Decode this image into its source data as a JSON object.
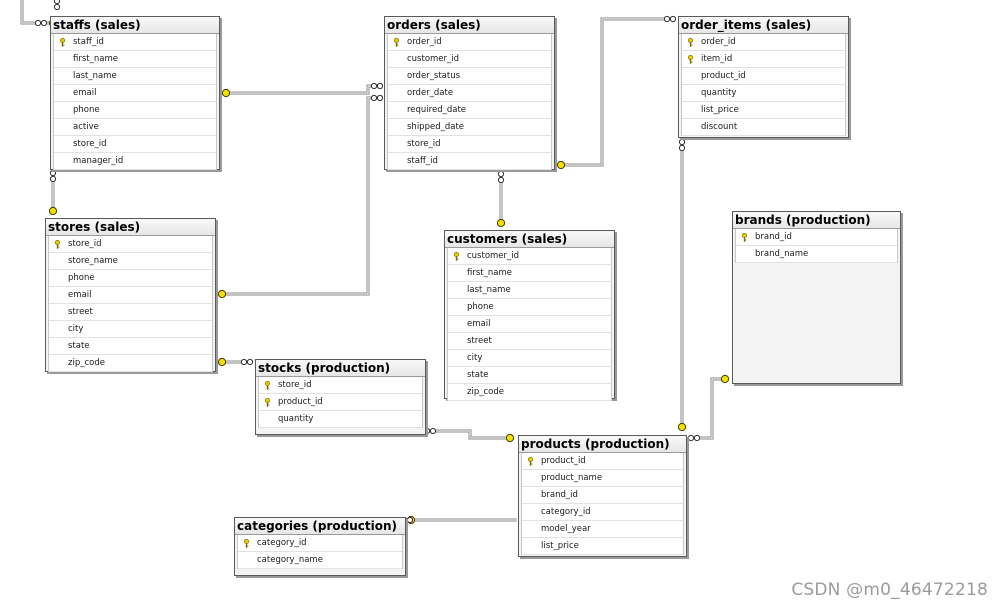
{
  "diagram": {
    "tables": [
      {
        "id": "staffs",
        "title": "staffs (sales)",
        "columns": [
          {
            "name": "staff_id",
            "key": true
          },
          {
            "name": "first_name"
          },
          {
            "name": "last_name"
          },
          {
            "name": "email"
          },
          {
            "name": "phone"
          },
          {
            "name": "active"
          },
          {
            "name": "store_id"
          },
          {
            "name": "manager_id"
          }
        ]
      },
      {
        "id": "orders",
        "title": "orders (sales)",
        "columns": [
          {
            "name": "order_id",
            "key": true
          },
          {
            "name": "customer_id"
          },
          {
            "name": "order_status"
          },
          {
            "name": "order_date"
          },
          {
            "name": "required_date"
          },
          {
            "name": "shipped_date"
          },
          {
            "name": "store_id"
          },
          {
            "name": "staff_id"
          }
        ]
      },
      {
        "id": "order_items",
        "title": "order_items (sales)",
        "columns": [
          {
            "name": "order_id",
            "key": true
          },
          {
            "name": "item_id",
            "key": true
          },
          {
            "name": "product_id"
          },
          {
            "name": "quantity"
          },
          {
            "name": "list_price"
          },
          {
            "name": "discount"
          }
        ]
      },
      {
        "id": "stores",
        "title": "stores (sales)",
        "columns": [
          {
            "name": "store_id",
            "key": true
          },
          {
            "name": "store_name"
          },
          {
            "name": "phone"
          },
          {
            "name": "email"
          },
          {
            "name": "street"
          },
          {
            "name": "city"
          },
          {
            "name": "state"
          },
          {
            "name": "zip_code"
          }
        ]
      },
      {
        "id": "customers",
        "title": "customers (sales)",
        "columns": [
          {
            "name": "customer_id",
            "key": true
          },
          {
            "name": "first_name"
          },
          {
            "name": "last_name"
          },
          {
            "name": "phone"
          },
          {
            "name": "email"
          },
          {
            "name": "street"
          },
          {
            "name": "city"
          },
          {
            "name": "state"
          },
          {
            "name": "zip_code"
          }
        ]
      },
      {
        "id": "brands",
        "title": "brands (production)",
        "columns": [
          {
            "name": "brand_id",
            "key": true
          },
          {
            "name": "brand_name"
          }
        ]
      },
      {
        "id": "stocks",
        "title": "stocks (production)",
        "columns": [
          {
            "name": "store_id",
            "key": true
          },
          {
            "name": "product_id",
            "key": true
          },
          {
            "name": "quantity"
          }
        ]
      },
      {
        "id": "products",
        "title": "products (production)",
        "columns": [
          {
            "name": "product_id",
            "key": true
          },
          {
            "name": "product_name"
          },
          {
            "name": "brand_id"
          },
          {
            "name": "category_id"
          },
          {
            "name": "model_year"
          },
          {
            "name": "list_price"
          }
        ]
      },
      {
        "id": "categories",
        "title": "categories (production)",
        "columns": [
          {
            "name": "category_id",
            "key": true
          },
          {
            "name": "category_name"
          }
        ]
      }
    ]
  },
  "watermark": "CSDN @m0_46472218",
  "colors": {
    "key_icon": "#e8c800",
    "line": "#8a8a8a",
    "border": "#5a5a5a"
  }
}
